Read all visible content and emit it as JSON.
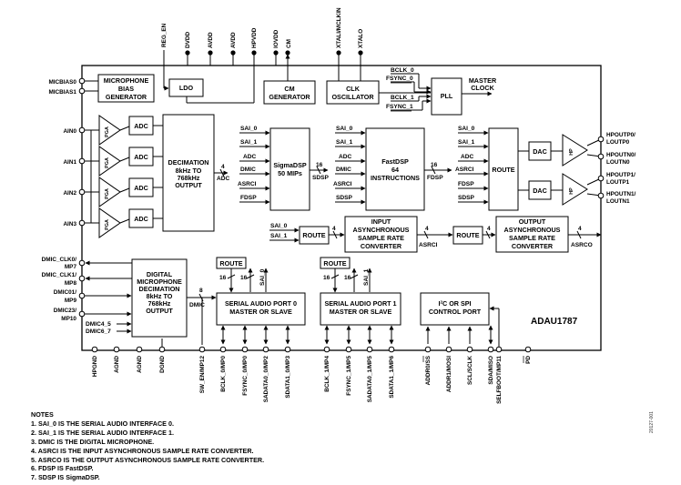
{
  "pins": {
    "top": [
      "REG_EN",
      "DVDD",
      "AVDD",
      "AVDD",
      "HPVDD",
      "IOVDD",
      "CM",
      "XTALI/MCLKIN",
      "XTALO"
    ],
    "left": [
      "MICBIAS0",
      "MICBIAS1",
      "AIN0",
      "AIN1",
      "AIN2",
      "AIN3",
      "DMIC_CLK0/",
      "MP7",
      "DMIC_CLK1/",
      "MP8",
      "DMIC01/",
      "MP9",
      "DMIC23/",
      "MP10"
    ],
    "right": [
      "HPOUTP0/",
      "LOUTP0",
      "HPOUTN0/",
      "LOUTN0",
      "HPOUTP1/",
      "LOUTP1",
      "HPOUTN1/",
      "LOUTN1"
    ],
    "bottom": [
      "HPGND",
      "AGND",
      "AGND",
      "DGND",
      "SW_EN/MP12",
      "BCLK_0/MP0",
      "FSYNC_0/MP0",
      "SADATA0_0/MP2",
      "SDATA1_0/MP3",
      "BCLK_1/MP4",
      "FSYNC_1/MP5",
      "SADATA0_1/MP5",
      "SDATA1_1/MP6",
      "ADDR0/SS",
      "ADDR1/MOSI",
      "SCL/SCLK",
      "SDA/MISO",
      "SELFBOOT/MP11",
      "PD"
    ]
  },
  "blocks": {
    "mic_bias": [
      "MICROPHONE",
      "BIAS",
      "GENERATOR"
    ],
    "ldo": "LDO",
    "cm_gen": [
      "CM",
      "GENERATOR"
    ],
    "clk_osc": [
      "CLK",
      "OSCILLATOR"
    ],
    "pll": "PLL",
    "master_clock": [
      "MASTER",
      "CLOCK"
    ],
    "pga": "PGA",
    "adc": "ADC",
    "decimation": [
      "DECIMATION",
      "8kHz TO",
      "768kHz",
      "OUTPUT"
    ],
    "sigmadsp": [
      "SigmaDSP",
      "50 MIPs"
    ],
    "fastdsp": [
      "FastDSP",
      "64",
      "INSTRUCTIONS"
    ],
    "route": "ROUTE",
    "dac": "DAC",
    "hp": "HP",
    "input_asrc": [
      "INPUT",
      "ASYNCHRONOUS",
      "SAMPLE RATE",
      "CONVERTER"
    ],
    "output_asrc": [
      "OUTPUT",
      "ASYNCHRONOUS",
      "SAMPLE RATE",
      "CONVERTER"
    ],
    "dmic_decim": [
      "DIGITAL",
      "MICROPHONE",
      "DECIMATION",
      "8kHz TO",
      "768kHz",
      "OUTPUT"
    ],
    "sap0": [
      "SERIAL AUDIO PORT 0",
      "MASTER OR SLAVE"
    ],
    "sap1": [
      "SERIAL AUDIO PORT 1",
      "MASTER OR SLAVE"
    ],
    "i2c_pre": "I",
    "i2c_sup": "2",
    "i2c_post": "C OR SPI",
    "ctrl_port": "CONTROL PORT",
    "chip": "ADAU1787"
  },
  "signals": {
    "bclk0": "BCLK_0",
    "fsync0": "FSYNC_0",
    "bclk1": "BCLK_1",
    "fsync1": "FSYNC_1",
    "sai0": "SAI_0",
    "sai1": "SAI_1",
    "adc": "ADC",
    "dmic": "DMIC",
    "asrci": "ASRCI",
    "asrco": "ASRCO",
    "fdsp": "FDSP",
    "sdsp": "SDSP",
    "n4": "4",
    "n8": "8",
    "n16": "16",
    "dmic4_5": "DMIC4_5",
    "dmic6_7": "DMIC6_7"
  },
  "notes": {
    "title": "NOTES",
    "items": [
      "1. SAI_0 IS THE SERIAL AUDIO INTERFACE 0.",
      "2. SAI_1 IS THE SERIAL AUDIO INTERFACE 1.",
      "3. DMIC IS THE DIGITAL MICROPHONE.",
      "4. ASRCI IS THE INPUT ASYNCHRONOUS SAMPLE RATE CONVERTER.",
      "5. ASRCO IS THE OUTPUT ASYNCHRONOUS SAMPLE RATE CONVERTER.",
      "6. FDSP IS FastDSP.",
      "7. SDSP IS SigmaDSP."
    ]
  },
  "figure_id": "20127-001"
}
